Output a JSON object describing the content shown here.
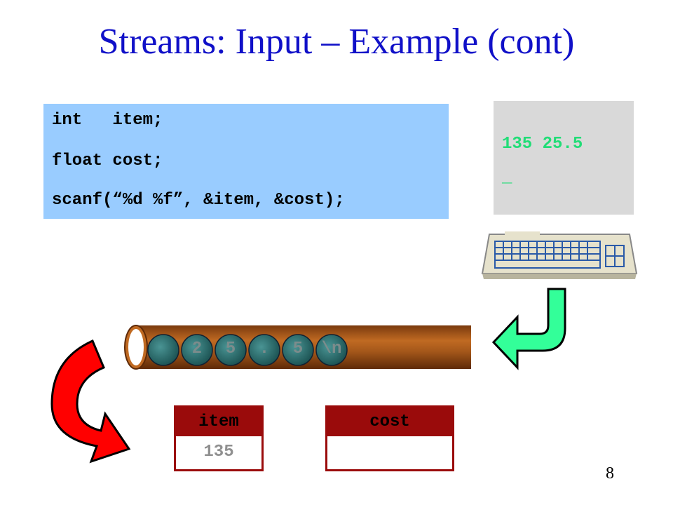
{
  "slide": {
    "title": "Streams: Input – Example (cont)",
    "page_number": "8"
  },
  "code": {
    "lines": [
      "int   item;",
      "float cost;",
      "scanf(“%d %f”, &item, &cost);"
    ]
  },
  "screen": {
    "text": "135 25.5",
    "cursor": "_"
  },
  "stream": {
    "chars": [
      "",
      "2",
      "5",
      ".",
      "5",
      "\\n"
    ]
  },
  "variables": [
    {
      "name": "item",
      "value": "135"
    },
    {
      "name": "cost",
      "value": ""
    }
  ],
  "colors": {
    "title": "#1010c8",
    "code_bg": "#99ccff",
    "screen_bg": "#d9d9d9",
    "screen_text": "#22dd77",
    "var_header": "#9a0b0b",
    "pipe": "#a4571a",
    "bead": "#2f7070",
    "red_arrow": "#ff0000",
    "green_arrow": "#33ff99"
  },
  "icons": [
    "keyboard-icon",
    "green-curved-arrow-icon",
    "red-curved-arrow-icon"
  ]
}
